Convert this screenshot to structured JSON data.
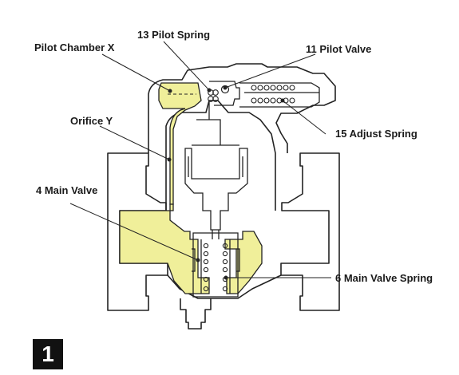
{
  "labels": {
    "pilot_chamber": "Pilot Chamber X",
    "pilot_spring": "13 Pilot Spring",
    "pilot_valve": "11 Pilot Valve",
    "orifice": "Orifice Y",
    "adjust_spring": "15 Adjust Spring",
    "main_valve": "4 Main Valve",
    "main_valve_spring": "6 Main Valve Spring"
  },
  "figure_number": "1",
  "colors": {
    "highlight": "#f0ef9a",
    "outline": "#222222",
    "background": "#ffffff"
  }
}
